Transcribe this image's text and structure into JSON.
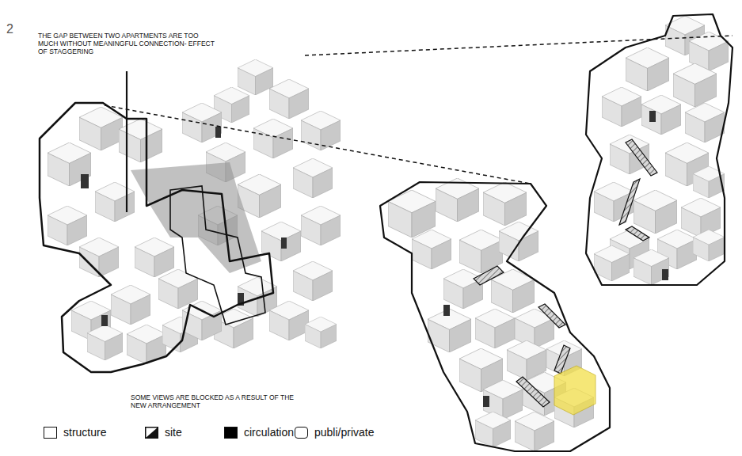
{
  "diagram": {
    "labels": [
      "2",
      "THE GAP BETWEEN TWO APARTMENTS ARE TOO MUCH WITHOUT MEANINGFUL CONNECTION- EFFECT OF STAGGERING",
      "SOME VIEWS ARE BLOCKED AS A RESULT OF THE NEW ARRANGEMENT"
    ],
    "legend": [
      {
        "text": "structure",
        "color": "#ffffff"
      },
      {
        "text": "site"
      },
      {
        "text": "circulation",
        "color": "#000000"
      },
      {
        "text": "publi/private"
      }
    ]
  }
}
